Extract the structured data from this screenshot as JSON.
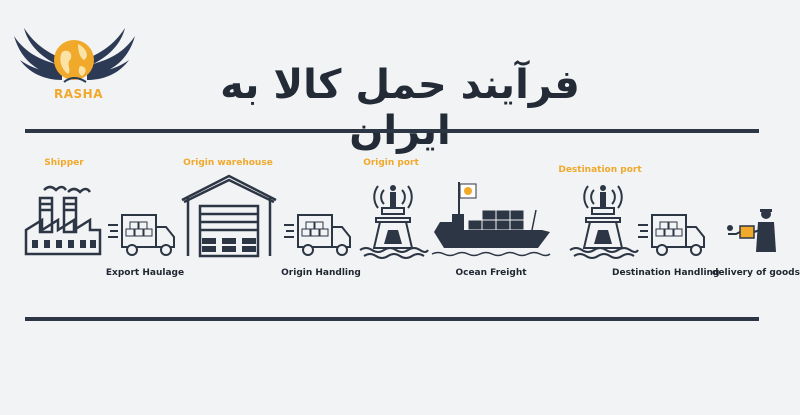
{
  "header": {
    "brand": "RASHA",
    "title": "فرآیند حمل کالا به ایران"
  },
  "flow": {
    "top_labels": {
      "shipper": "Shipper",
      "origin_warehouse": "Origin warehouse",
      "origin_port": "Origin port",
      "destination_port": "Destination port"
    },
    "bottom_labels": {
      "export_haulage": "Export Haulage",
      "origin_handling": "Origin Handling",
      "ocean_freight": "Ocean Freight",
      "destination_handling": "Destination Handling",
      "delivery_of_goods": "delivery of goods"
    }
  },
  "colors": {
    "navy": "#2c3644",
    "accent": "#f0a92a",
    "background": "#f2f3f5"
  }
}
